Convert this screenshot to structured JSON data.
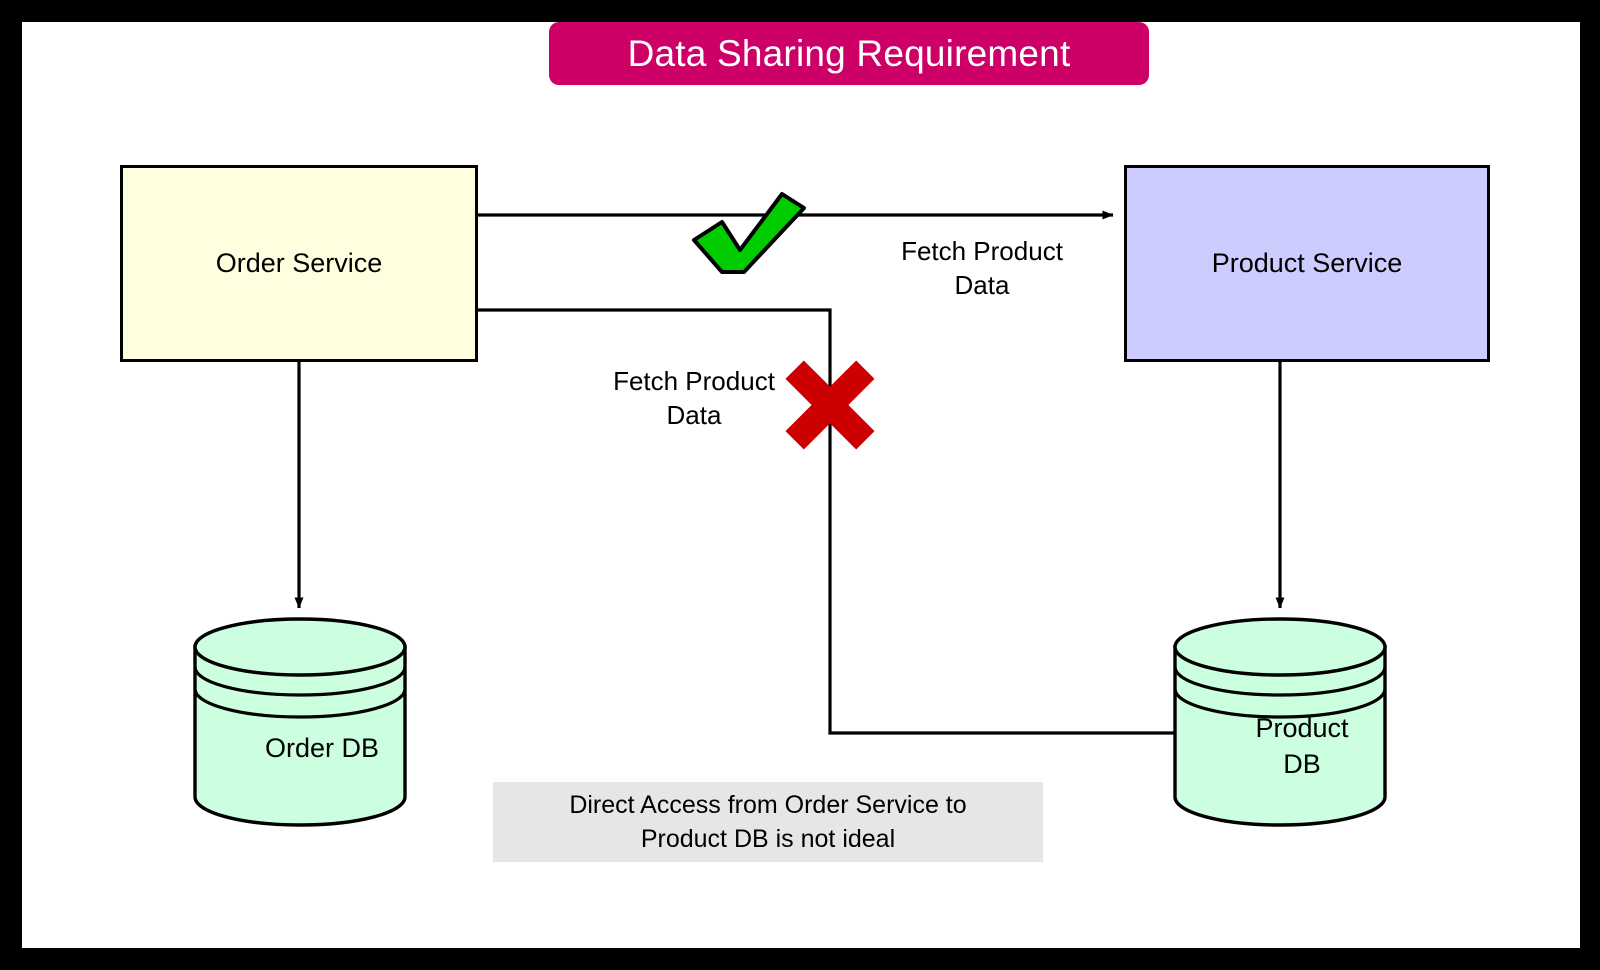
{
  "frame": {
    "border_color": "#000000",
    "background_color": "#ffffff"
  },
  "title": {
    "text": "Data Sharing Requirement",
    "background_color": "#CC0066",
    "text_color": "#ffffff"
  },
  "nodes": {
    "order_service": {
      "label": "Order Service",
      "fill": "#FFFFE0",
      "stroke": "#000000"
    },
    "product_service": {
      "label": "Product Service",
      "fill": "#CCCCFF",
      "stroke": "#000000"
    },
    "order_db": {
      "label": "Order DB",
      "fill": "#CCFFE0",
      "stroke": "#000000"
    },
    "product_db": {
      "label": "Product\nDB",
      "fill": "#CCFFE0",
      "stroke": "#000000"
    }
  },
  "edges": {
    "order_service_to_product_service": {
      "label": "Fetch Product\nData",
      "status_icon": "green-check-icon",
      "status_color": "#00CC00"
    },
    "order_service_to_order_db": {
      "label": ""
    },
    "product_service_to_product_db": {
      "label": ""
    },
    "order_service_to_product_db": {
      "label": "Fetch Product\nData",
      "status_icon": "red-cross-icon",
      "status_color": "#CC0000"
    }
  },
  "note": {
    "text": "Direct Access from Order Service to\nProduct DB is not ideal",
    "background_color": "#E6E6E6",
    "text_color": "#000000"
  }
}
